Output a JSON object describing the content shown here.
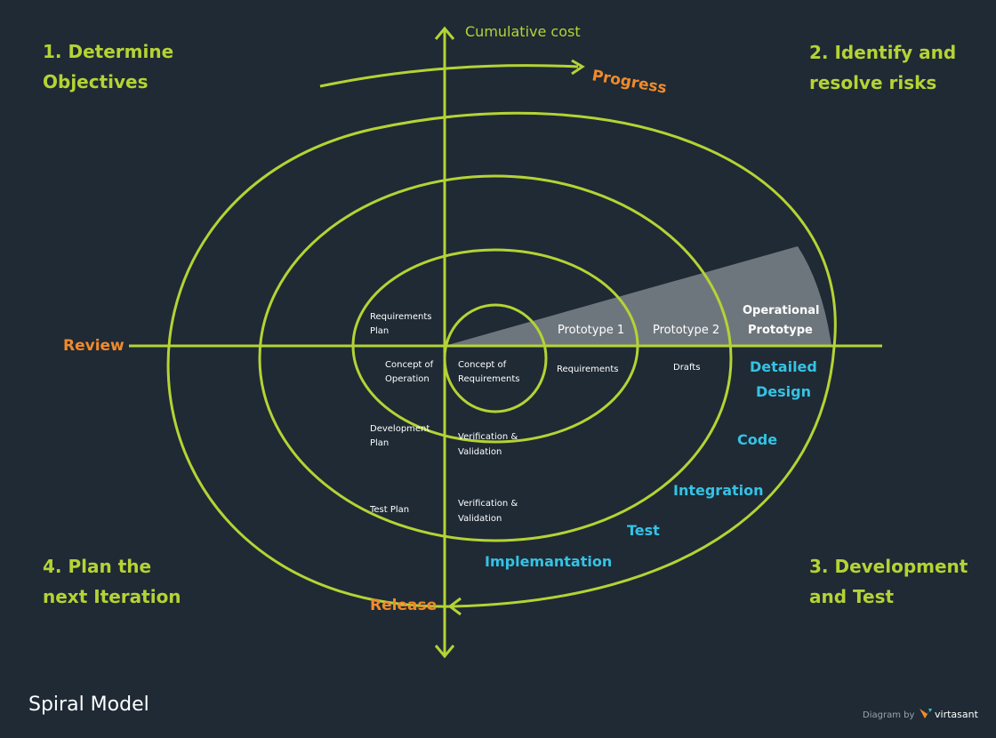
{
  "quadrants": {
    "q1": [
      "1. Determine",
      "Objectives"
    ],
    "q2": [
      "2. Identify and",
      "resolve risks"
    ],
    "q3": [
      "3. Development",
      "and Test"
    ],
    "q4": [
      "4. Plan the",
      "next Iteration"
    ]
  },
  "axes": {
    "y_label": "Cumulative cost",
    "progress": "Progress",
    "review": "Review",
    "release": "Release"
  },
  "inner_labels": {
    "requirements_plan": [
      "Requirements",
      "Plan"
    ],
    "concept_of_operation": [
      "Concept of",
      "Operation"
    ],
    "concept_of_requirements": [
      "Concept of",
      "Requirements"
    ],
    "requirements": "Requirements",
    "drafts": "Drafts",
    "development_plan": [
      "Development",
      "Plan"
    ],
    "verification_1": [
      "Verification &",
      "Validation"
    ],
    "test_plan": "Test Plan",
    "verification_2": [
      "Verification &",
      "Validation"
    ]
  },
  "prototypes": {
    "p1": "Prototype 1",
    "p2": "Prototype 2",
    "operational": [
      "Operational",
      "Prototype"
    ]
  },
  "phases": {
    "detailed_design": [
      "Detailed",
      "Design"
    ],
    "code": "Code",
    "integration": "Integration",
    "test": "Test",
    "implementation": "Implemantation"
  },
  "footer": {
    "title": "Spiral Model",
    "credit": "Diagram by",
    "brand": "virtasant"
  },
  "colors": {
    "background": "#1f2a35",
    "line": "#b5d334",
    "orange": "#f08a2c",
    "blue": "#34c3e4",
    "wedge": "#8a9096"
  }
}
